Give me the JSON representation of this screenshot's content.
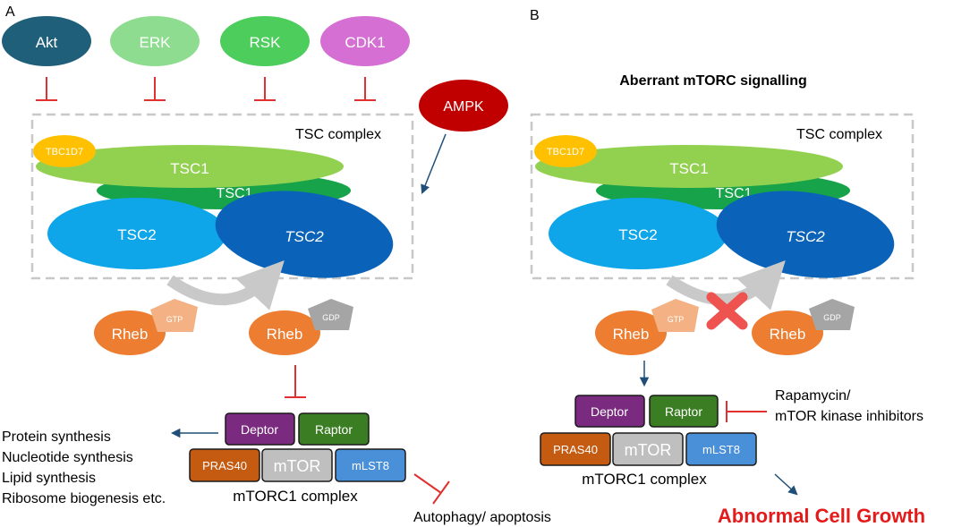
{
  "panel_a": {
    "label": "A",
    "upstream": [
      "Akt",
      "ERK",
      "RSK",
      "CDK1"
    ],
    "ampk": "AMPK",
    "tsc_complex_label": "TSC complex",
    "tbc1d7": "TBC1D7",
    "tsc1": "TSC1",
    "tsc2": "TSC2",
    "rheb": "Rheb",
    "gtp": "GTP",
    "gdp": "GDP",
    "deptor": "Deptor",
    "raptor": "Raptor",
    "pras40": "PRAS40",
    "mtor": "mTOR",
    "mlst8": "mLST8",
    "mtorc1_label": "mTORC1 complex",
    "outputs": [
      "Protein synthesis",
      "Nucleotide synthesis",
      "Lipid synthesis",
      "Ribosome biogenesis etc."
    ],
    "autophagy": "Autophagy/ apoptosis"
  },
  "panel_b": {
    "label": "B",
    "title": "Aberrant mTORC signalling",
    "tsc_complex_label": "TSC complex",
    "tbc1d7": "TBC1D7",
    "tsc1": "TSC1",
    "tsc2": "TSC2",
    "rheb": "Rheb",
    "gtp": "GTP",
    "gdp": "GDP",
    "deptor": "Deptor",
    "raptor": "Raptor",
    "pras40": "PRAS40",
    "mtor": "mTOR",
    "mlst8": "mLST8",
    "mtorc1_label": "mTORC1 complex",
    "inhibitors": [
      "Rapamycin/",
      "mTOR kinase inhibitors"
    ],
    "outcome": "Abnormal Cell Growth"
  },
  "colors": {
    "akt": "#1f5f7a",
    "erk": "#8ddc8f",
    "rsk": "#4ccd5c",
    "cdk1": "#d56fd3",
    "ampk": "#c00000",
    "inhibit": "#e03030",
    "tsc1_light": "#92d050",
    "tsc1_dark": "#16a34a",
    "tsc2_light": "#0ea5e9",
    "tsc2_dark": "#0a63b8",
    "tbc1d7": "#ffc000",
    "rheb": "#ed7d31",
    "gtp": "#f4b183",
    "gdp": "#a5a5a5",
    "deptor": "#7b2b7f",
    "raptor": "#3a7d22",
    "pras40": "#c55a11",
    "mtor": "#bfbfbf",
    "mlst8": "#4a90d9",
    "arrow": "#1f4e79",
    "outcome": "#e31b1b"
  }
}
